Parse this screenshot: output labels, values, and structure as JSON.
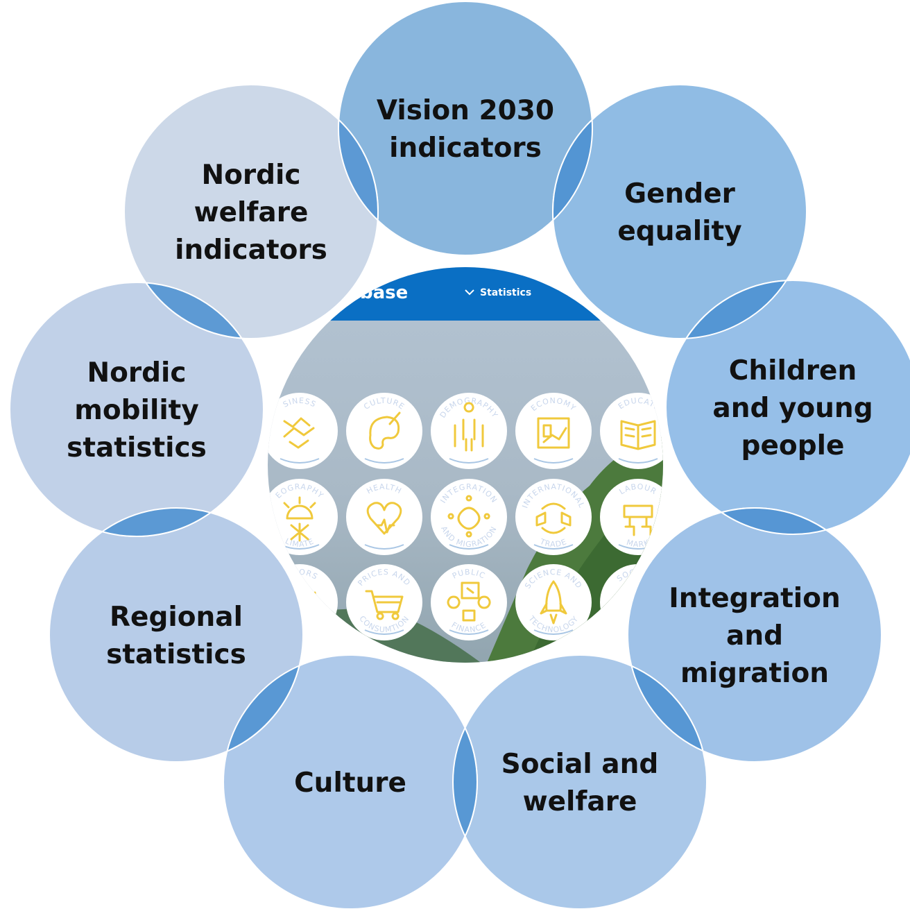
{
  "colors": {
    "background": "#ffffff",
    "circle_fills": [
      "#7fb0da",
      "#87b6e2",
      "#8dbae6",
      "#97bde6",
      "#a3c3e7",
      "#a7c4e8",
      "#b1c8e6",
      "#bccde6",
      "#c8d5e6"
    ],
    "overlap_fill": "#4a8fd0",
    "nav_bar": "#0a6fc4",
    "icon_yellow": "#f0c93c"
  },
  "circles": [
    {
      "label_lines": [
        "Vision 2030",
        "indicators"
      ]
    },
    {
      "label_lines": [
        "Gender",
        "equality"
      ]
    },
    {
      "label_lines": [
        "Children",
        "and young",
        "people"
      ]
    },
    {
      "label_lines": [
        "Integration",
        "and",
        "migration"
      ]
    },
    {
      "label_lines": [
        "Social and",
        "welfare"
      ]
    },
    {
      "label_lines": [
        "Culture"
      ]
    },
    {
      "label_lines": [
        "Regional",
        "statistics"
      ]
    },
    {
      "label_lines": [
        "Nordic",
        "mobility",
        "statistics"
      ]
    },
    {
      "label_lines": [
        "Nordic",
        "welfare",
        "indicators"
      ]
    }
  ],
  "center_screenshot": {
    "nav_logo_partial": "base",
    "nav_menu_item": "Statistics",
    "nav_chevron_icon": "chevron-down-icon",
    "tiles": [
      {
        "label": "SINESS",
        "icon": "handshake-icon"
      },
      {
        "label": "CULTURE",
        "icon": "palette-icon"
      },
      {
        "label": "DEMOGRAPHY",
        "icon": "people-icon"
      },
      {
        "label": "ECONOMY",
        "icon": "chart-icon"
      },
      {
        "label": "EDUCATI",
        "icon": "book-icon"
      },
      {
        "label": "EOGRAPHY",
        "icon": "sun-snow-icon",
        "label_bottom": "LIMATE"
      },
      {
        "label": "HEALTH",
        "icon": "heart-icon"
      },
      {
        "label": "INTEGRATION",
        "icon": "circle-dots-icon",
        "label_bottom": "AND MIGRATION"
      },
      {
        "label": "INTERNATIONAL",
        "icon": "trade-cycle-icon",
        "label_bottom": "TRADE"
      },
      {
        "label": "LABOUR",
        "icon": "labour-icon",
        "label_bottom": "MARK"
      },
      {
        "label": "CATORS",
        "icon": "indicator-icon"
      },
      {
        "label": "PRICES AND",
        "icon": "cart-icon",
        "label_bottom": "CONSUMTION"
      },
      {
        "label": "PUBLIC",
        "icon": "finance-icon",
        "label_bottom": "FINANCE"
      },
      {
        "label": "SCIENCE AND",
        "icon": "rocket-icon",
        "label_bottom": "TECHNOLOGY"
      },
      {
        "label": "SOCIAL A",
        "icon": "social-icon"
      }
    ]
  }
}
